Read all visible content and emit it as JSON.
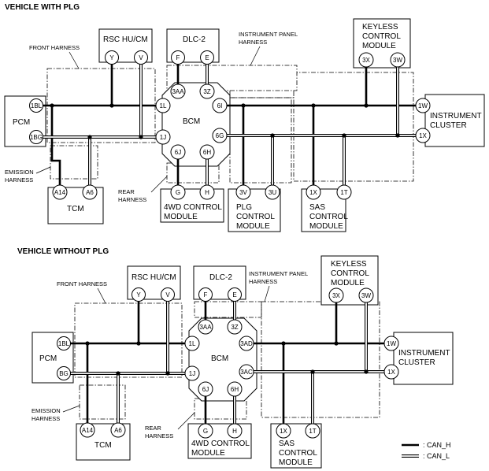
{
  "top": {
    "title": "VEHICLE WITH PLG",
    "harness": {
      "front": "FRONT HARNESS",
      "ip_line1": "INSTRUMENT PANEL",
      "ip_line2": "HARNESS",
      "emission_line1": "EMISSION",
      "emission_line2": "HARNESS",
      "rear_line1": "REAR",
      "rear_line2": "HARNESS"
    },
    "modules": {
      "pcm": "PCM",
      "rsc": "RSC HU/CM",
      "dlc": "DLC-2",
      "keyless_line1": "KEYLESS",
      "keyless_line2": "CONTROL",
      "keyless_line3": "MODULE",
      "bcm": "BCM",
      "ic_line1": "INSTRUMENT",
      "ic_line2": "CLUSTER",
      "tcm": "TCM",
      "wd_line1": "4WD CONTROL",
      "wd_line2": "MODULE",
      "plg_line1": "PLG",
      "plg_line2": "CONTROL",
      "plg_line3": "MODULE",
      "sas_line1": "SAS",
      "sas_line2": "CONTROL",
      "sas_line3": "MODULE"
    },
    "pins": {
      "pcm_h": "1BL",
      "pcm_l": "1BG",
      "rsc_h": "Y",
      "rsc_l": "V",
      "dlc_h": "F",
      "dlc_l": "E",
      "kcm_h": "3X",
      "kcm_l": "3W",
      "bcm_aa": "3AA",
      "bcm_z": "3Z",
      "bcm_1l": "1L",
      "bcm_6i": "6I",
      "bcm_1j": "1J",
      "bcm_6g": "6G",
      "bcm_6j": "6J",
      "bcm_6h": "6H",
      "ic_h": "1W",
      "ic_l": "1X",
      "tcm_h": "A14",
      "tcm_l": "A6",
      "wd_h": "G",
      "wd_l": "H",
      "plg_h": "3V",
      "plg_l": "3U",
      "sas_h": "1X",
      "sas_l": "1T"
    }
  },
  "bottom": {
    "title": "VEHICLE WITHOUT PLG",
    "harness": {
      "front": "FRONT HARNESS",
      "ip_line1": "INSTRUMENT PANEL",
      "ip_line2": "HARNESS",
      "emission_line1": "EMISSION",
      "emission_line2": "HARNESS",
      "rear_line1": "REAR",
      "rear_line2": "HARNESS"
    },
    "modules": {
      "pcm": "PCM",
      "rsc": "RSC HU/CM",
      "dlc": "DLC-2",
      "keyless_line1": "KEYLESS",
      "keyless_line2": "CONTROL",
      "keyless_line3": "MODULE",
      "bcm": "BCM",
      "ic_line1": "INSTRUMENT",
      "ic_line2": "CLUSTER",
      "tcm": "TCM",
      "wd_line1": "4WD CONTROL",
      "wd_line2": "MODULE",
      "sas_line1": "SAS",
      "sas_line2": "CONTROL",
      "sas_line3": "MODULE"
    },
    "pins": {
      "pcm_h": "1BL",
      "pcm_l": "BG",
      "rsc_h": "Y",
      "rsc_l": "V",
      "dlc_h": "F",
      "dlc_l": "E",
      "kcm_h": "3X",
      "kcm_l": "3W",
      "bcm_aa": "3AA",
      "bcm_z": "3Z",
      "bcm_1l": "1L",
      "bcm_ad": "3AD",
      "bcm_1j": "1J",
      "bcm_ac": "3AC",
      "bcm_6j": "6J",
      "bcm_6h": "6H",
      "ic_h": "1W",
      "ic_l": "1X",
      "tcm_h": "A14",
      "tcm_l": "A6",
      "wd_h": "G",
      "wd_l": "H",
      "sas_h": "1X",
      "sas_l": "1T"
    }
  },
  "legend": {
    "can_h": ": CAN_H",
    "can_l": ": CAN_L"
  }
}
